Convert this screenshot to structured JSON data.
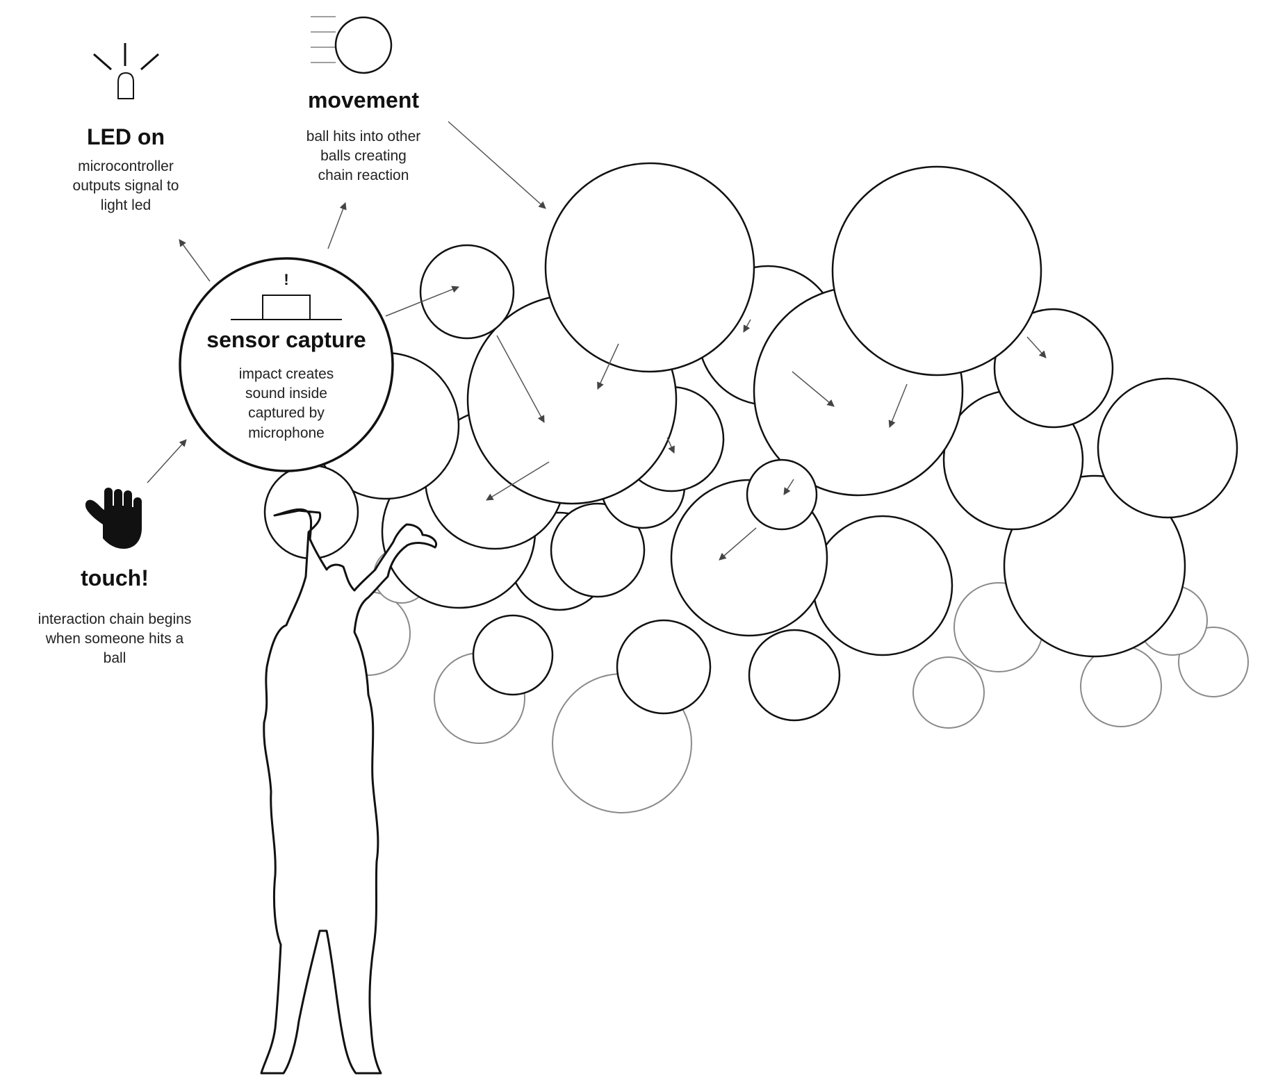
{
  "steps": {
    "led_on": {
      "title": "LED on",
      "lines": [
        "microcontroller",
        "outputs signal to",
        "light led"
      ]
    },
    "movement": {
      "title": "movement",
      "lines": [
        "ball hits into other",
        "balls creating",
        "chain reaction"
      ]
    },
    "sensor_capture": {
      "title": "sensor capture",
      "lines": [
        "impact creates",
        "sound inside",
        "captured by",
        "microphone"
      ],
      "alert_mark": "!"
    },
    "touch": {
      "title": "touch!",
      "lines": [
        "interaction chain begins",
        "when someone hits a",
        "ball"
      ]
    }
  },
  "icons": [
    "led-light-icon",
    "moving-ball-icon",
    "sensor-icon",
    "hand-icon"
  ],
  "colors": {
    "stroke": "#111111",
    "faded_stroke": "#8a8a8a",
    "arrow": "#555555",
    "background": "#ffffff"
  }
}
